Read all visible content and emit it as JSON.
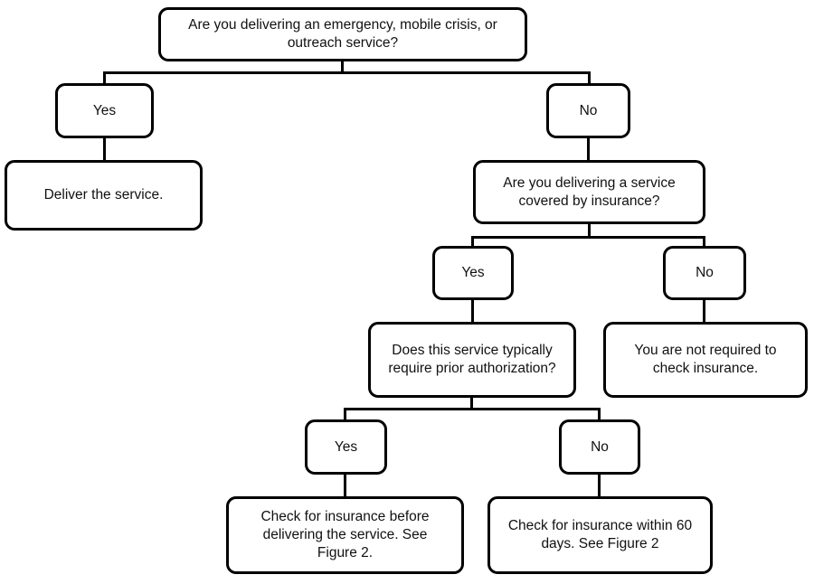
{
  "diagram": {
    "type": "flowchart",
    "colors": {
      "background": "#ffffff",
      "node_fill": "#ffffff",
      "node_border": "#000000",
      "connector": "#000000",
      "text": "#111111"
    },
    "nodes": {
      "q1": {
        "role": "decision",
        "label": "Are you delivering an emergency, mobile crisis, or\noutreach service?"
      },
      "yes1": {
        "role": "branch",
        "label": "Yes"
      },
      "no1": {
        "role": "branch",
        "label": "No"
      },
      "deliver": {
        "role": "outcome",
        "label": "Deliver the service."
      },
      "q2": {
        "role": "decision",
        "label": "Are you delivering a service\ncovered by insurance?"
      },
      "yes2": {
        "role": "branch",
        "label": "Yes"
      },
      "no2": {
        "role": "branch",
        "label": "No"
      },
      "q3": {
        "role": "decision",
        "label": "Does this service typically\nrequire prior authorization?"
      },
      "not_required": {
        "role": "outcome",
        "label": "You are not required to\ncheck insurance."
      },
      "yes3": {
        "role": "branch",
        "label": "Yes"
      },
      "no3": {
        "role": "branch",
        "label": "No"
      },
      "check_before": {
        "role": "outcome",
        "label": "Check for insurance before\ndelivering the service. See\nFigure 2."
      },
      "check_within": {
        "role": "outcome",
        "label": "Check for insurance within 60\ndays. See Figure 2"
      }
    },
    "edges": [
      {
        "from": "q1",
        "to": "yes1"
      },
      {
        "from": "q1",
        "to": "no1"
      },
      {
        "from": "yes1",
        "to": "deliver"
      },
      {
        "from": "no1",
        "to": "q2"
      },
      {
        "from": "q2",
        "to": "yes2"
      },
      {
        "from": "q2",
        "to": "no2"
      },
      {
        "from": "yes2",
        "to": "q3"
      },
      {
        "from": "no2",
        "to": "not_required"
      },
      {
        "from": "q3",
        "to": "yes3"
      },
      {
        "from": "q3",
        "to": "no3"
      },
      {
        "from": "yes3",
        "to": "check_before"
      },
      {
        "from": "no3",
        "to": "check_within"
      }
    ]
  }
}
